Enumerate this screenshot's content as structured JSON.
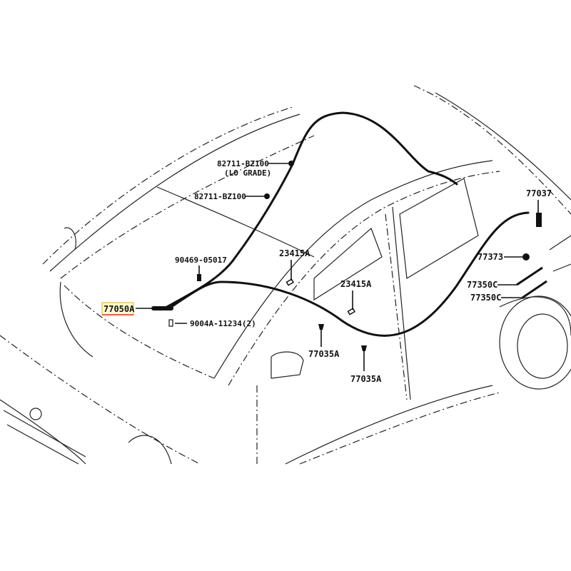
{
  "callouts": {
    "antenna_lo": "82711-BZ100",
    "antenna_lo_note": "(LO GRADE)",
    "antenna": "82711-BZ100",
    "clip_90469": "90469-05017",
    "clip_23415_a": "23415A",
    "clip_23415_b": "23415A",
    "cable_main": "77050A",
    "screw": "9004A-11234(2)",
    "clip_77035_a": "77035A",
    "clip_77035_b": "77035A",
    "part_77037": "77037",
    "part_77373": "77373",
    "part_77350_a": "77350C",
    "part_77350_b": "77350C"
  },
  "highlight": {
    "fill": "#fffbd0",
    "border": "#e0b000",
    "underline": "#e00000"
  }
}
